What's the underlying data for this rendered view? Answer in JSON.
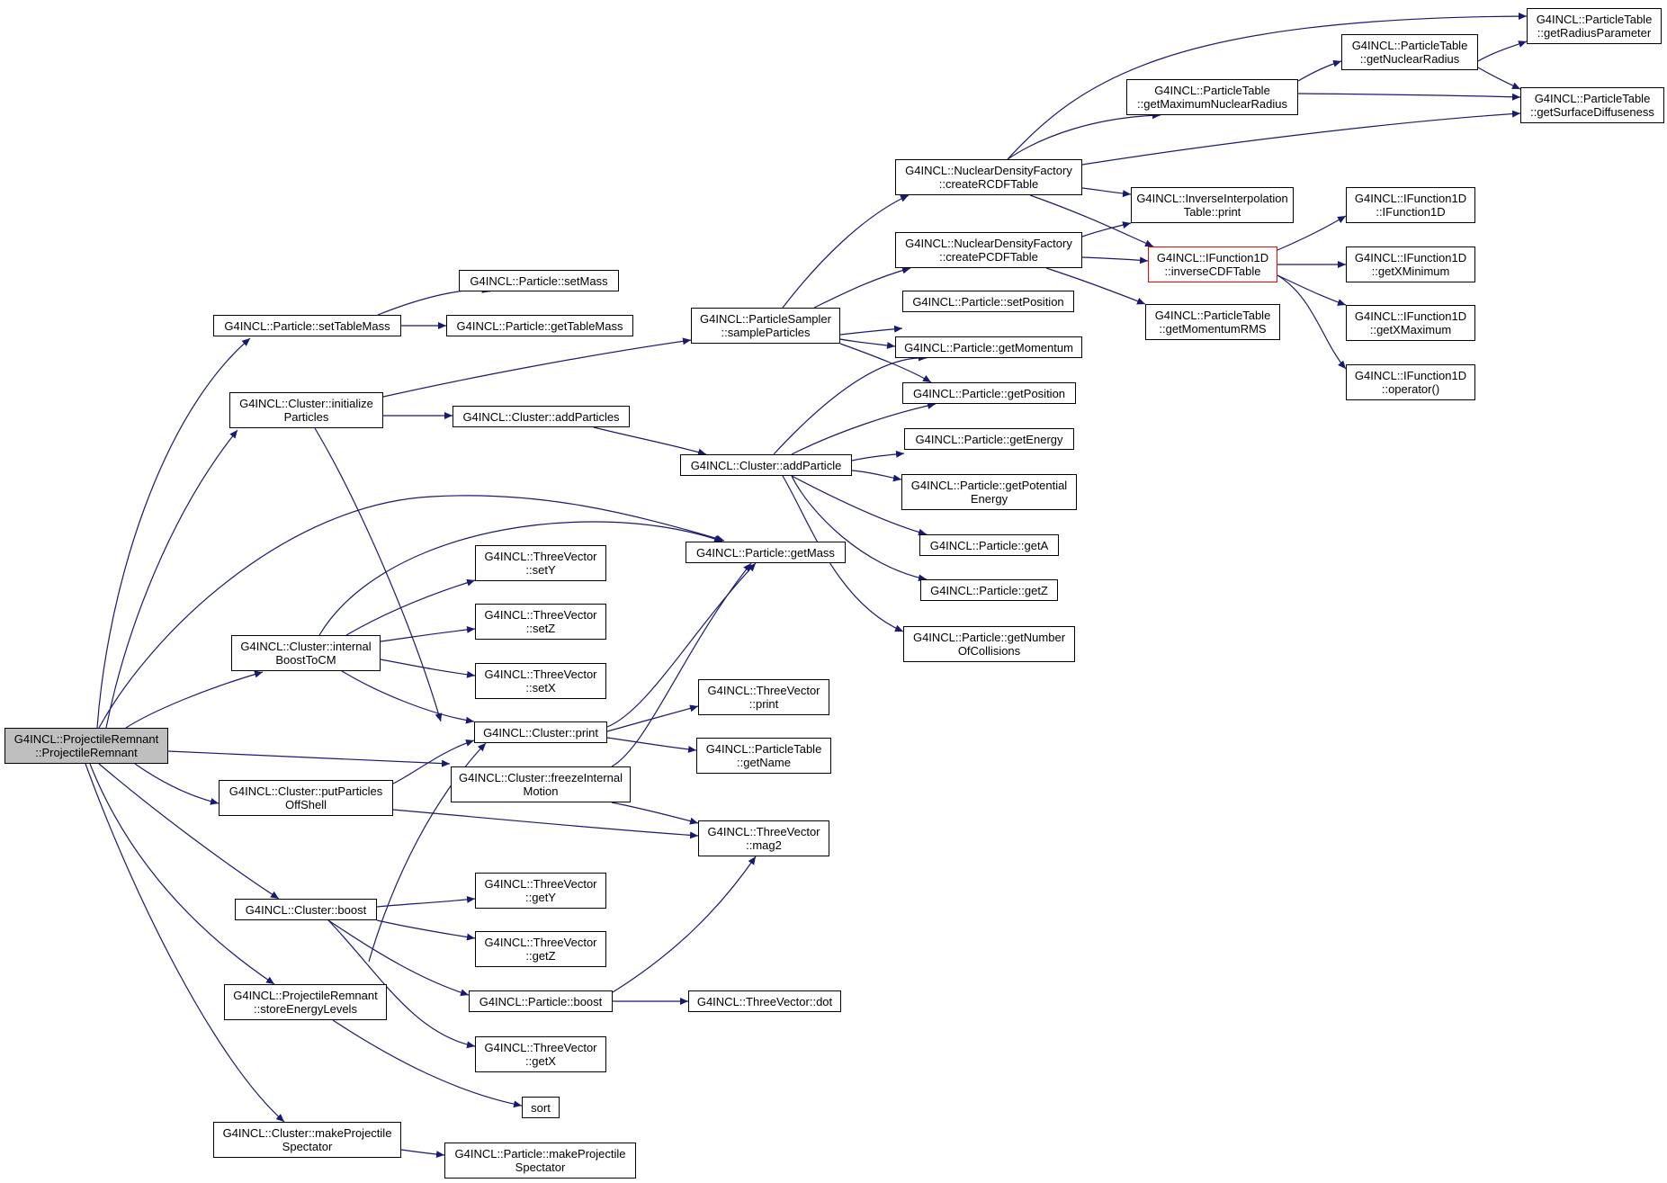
{
  "colors": {
    "edge": "#191970",
    "node_border": "#000000",
    "root_fill": "#bfbfbf",
    "highlight_border": "#ff0000"
  },
  "nodes": [
    {
      "id": "root",
      "lines": [
        "G4INCL::ProjectileRemnant",
        "::ProjectileRemnant"
      ]
    },
    {
      "id": "setTableMass",
      "lines": [
        "G4INCL::Particle::setTableMass"
      ]
    },
    {
      "id": "setMass",
      "lines": [
        "G4INCL::Particle::setMass"
      ]
    },
    {
      "id": "getTableMass",
      "lines": [
        "G4INCL::Particle::getTableMass"
      ]
    },
    {
      "id": "initParticles",
      "lines": [
        "G4INCL::Cluster::initialize",
        "Particles"
      ]
    },
    {
      "id": "addParticles",
      "lines": [
        "G4INCL::Cluster::addParticles"
      ]
    },
    {
      "id": "sampleParticles",
      "lines": [
        "G4INCL::ParticleSampler",
        "::sampleParticles"
      ]
    },
    {
      "id": "createRCDF",
      "lines": [
        "G4INCL::NuclearDensityFactory",
        "::createRCDFTable"
      ]
    },
    {
      "id": "createPCDF",
      "lines": [
        "G4INCL::NuclearDensityFactory",
        "::createPCDFTable"
      ]
    },
    {
      "id": "getMaxNucR",
      "lines": [
        "G4INCL::ParticleTable",
        "::getMaximumNuclearRadius"
      ]
    },
    {
      "id": "getNucR",
      "lines": [
        "G4INCL::ParticleTable",
        "::getNuclearRadius"
      ]
    },
    {
      "id": "getRadiusParam",
      "lines": [
        "G4INCL::ParticleTable",
        "::getRadiusParameter"
      ]
    },
    {
      "id": "getSurfDiff",
      "lines": [
        "G4INCL::ParticleTable",
        "::getSurfaceDiffuseness"
      ]
    },
    {
      "id": "invInterpPrint",
      "lines": [
        "G4INCL::InverseInterpolation",
        "Table::print"
      ]
    },
    {
      "id": "invCDF",
      "lines": [
        "G4INCL::IFunction1D",
        "::inverseCDFTable"
      ]
    },
    {
      "id": "ifunc",
      "lines": [
        "G4INCL::IFunction1D",
        "::IFunction1D"
      ]
    },
    {
      "id": "getXMin",
      "lines": [
        "G4INCL::IFunction1D",
        "::getXMinimum"
      ]
    },
    {
      "id": "getXMax",
      "lines": [
        "G4INCL::IFunction1D",
        "::getXMaximum"
      ]
    },
    {
      "id": "opCall",
      "lines": [
        "G4INCL::IFunction1D",
        "::operator()"
      ]
    },
    {
      "id": "getMomRMS",
      "lines": [
        "G4INCL::ParticleTable",
        "::getMomentumRMS"
      ]
    },
    {
      "id": "setPosition",
      "lines": [
        "G4INCL::Particle::setPosition"
      ]
    },
    {
      "id": "getMomentum",
      "lines": [
        "G4INCL::Particle::getMomentum"
      ]
    },
    {
      "id": "getPosition",
      "lines": [
        "G4INCL::Particle::getPosition"
      ]
    },
    {
      "id": "getEnergy",
      "lines": [
        "G4INCL::Particle::getEnergy"
      ]
    },
    {
      "id": "getPotE",
      "lines": [
        "G4INCL::Particle::getPotential",
        "Energy"
      ]
    },
    {
      "id": "getA",
      "lines": [
        "G4INCL::Particle::getA"
      ]
    },
    {
      "id": "getZ",
      "lines": [
        "G4INCL::Particle::getZ"
      ]
    },
    {
      "id": "getNColl",
      "lines": [
        "G4INCL::Particle::getNumber",
        "OfCollisions"
      ]
    },
    {
      "id": "addParticle",
      "lines": [
        "G4INCL::Cluster::addParticle"
      ]
    },
    {
      "id": "getMass",
      "lines": [
        "G4INCL::Particle::getMass"
      ]
    },
    {
      "id": "internalBoost",
      "lines": [
        "G4INCL::Cluster::internal",
        "BoostToCM"
      ]
    },
    {
      "id": "setY",
      "lines": [
        "G4INCL::ThreeVector",
        "::setY"
      ]
    },
    {
      "id": "setZ",
      "lines": [
        "G4INCL::ThreeVector",
        "::setZ"
      ]
    },
    {
      "id": "setX",
      "lines": [
        "G4INCL::ThreeVector",
        "::setX"
      ]
    },
    {
      "id": "clusterPrint",
      "lines": [
        "G4INCL::Cluster::print"
      ]
    },
    {
      "id": "tvPrint",
      "lines": [
        "G4INCL::ThreeVector",
        "::print"
      ]
    },
    {
      "id": "getName",
      "lines": [
        "G4INCL::ParticleTable",
        "::getName"
      ]
    },
    {
      "id": "putOffShell",
      "lines": [
        "G4INCL::Cluster::putParticles",
        "OffShell"
      ]
    },
    {
      "id": "freezeMotion",
      "lines": [
        "G4INCL::Cluster::freezeInternal",
        "Motion"
      ]
    },
    {
      "id": "mag2",
      "lines": [
        "G4INCL::ThreeVector",
        "::mag2"
      ]
    },
    {
      "id": "clusterBoost",
      "lines": [
        "G4INCL::Cluster::boost"
      ]
    },
    {
      "id": "getY",
      "lines": [
        "G4INCL::ThreeVector",
        "::getY"
      ]
    },
    {
      "id": "getZv",
      "lines": [
        "G4INCL::ThreeVector",
        "::getZ"
      ]
    },
    {
      "id": "particleBoost",
      "lines": [
        "G4INCL::Particle::boost"
      ]
    },
    {
      "id": "dot",
      "lines": [
        "G4INCL::ThreeVector::dot"
      ]
    },
    {
      "id": "getXv",
      "lines": [
        "G4INCL::ThreeVector",
        "::getX"
      ]
    },
    {
      "id": "storeLevels",
      "lines": [
        "G4INCL::ProjectileRemnant",
        "::storeEnergyLevels"
      ]
    },
    {
      "id": "sort",
      "lines": [
        "sort"
      ]
    },
    {
      "id": "makeProjSpec",
      "lines": [
        "G4INCL::Cluster::makeProjectile",
        "Spectator"
      ]
    },
    {
      "id": "partMakeProjSpec",
      "lines": [
        "G4INCL::Particle::makeProjectile",
        "Spectator"
      ]
    }
  ]
}
